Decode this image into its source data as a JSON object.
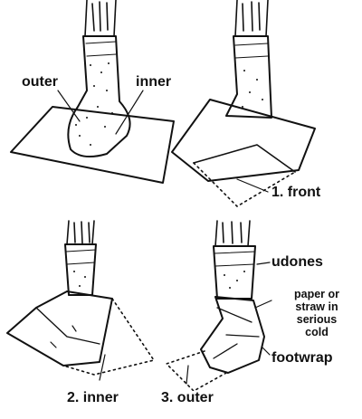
{
  "diagram": {
    "labels": {
      "outer": "outer",
      "inner": "inner",
      "step_front": "1. front",
      "udones": "udones",
      "paper_note": [
        "paper or",
        "straw in",
        "serious",
        "cold"
      ],
      "footwrap": "footwrap",
      "step_inner": "2. inner",
      "step_outer": "3. outer"
    }
  }
}
